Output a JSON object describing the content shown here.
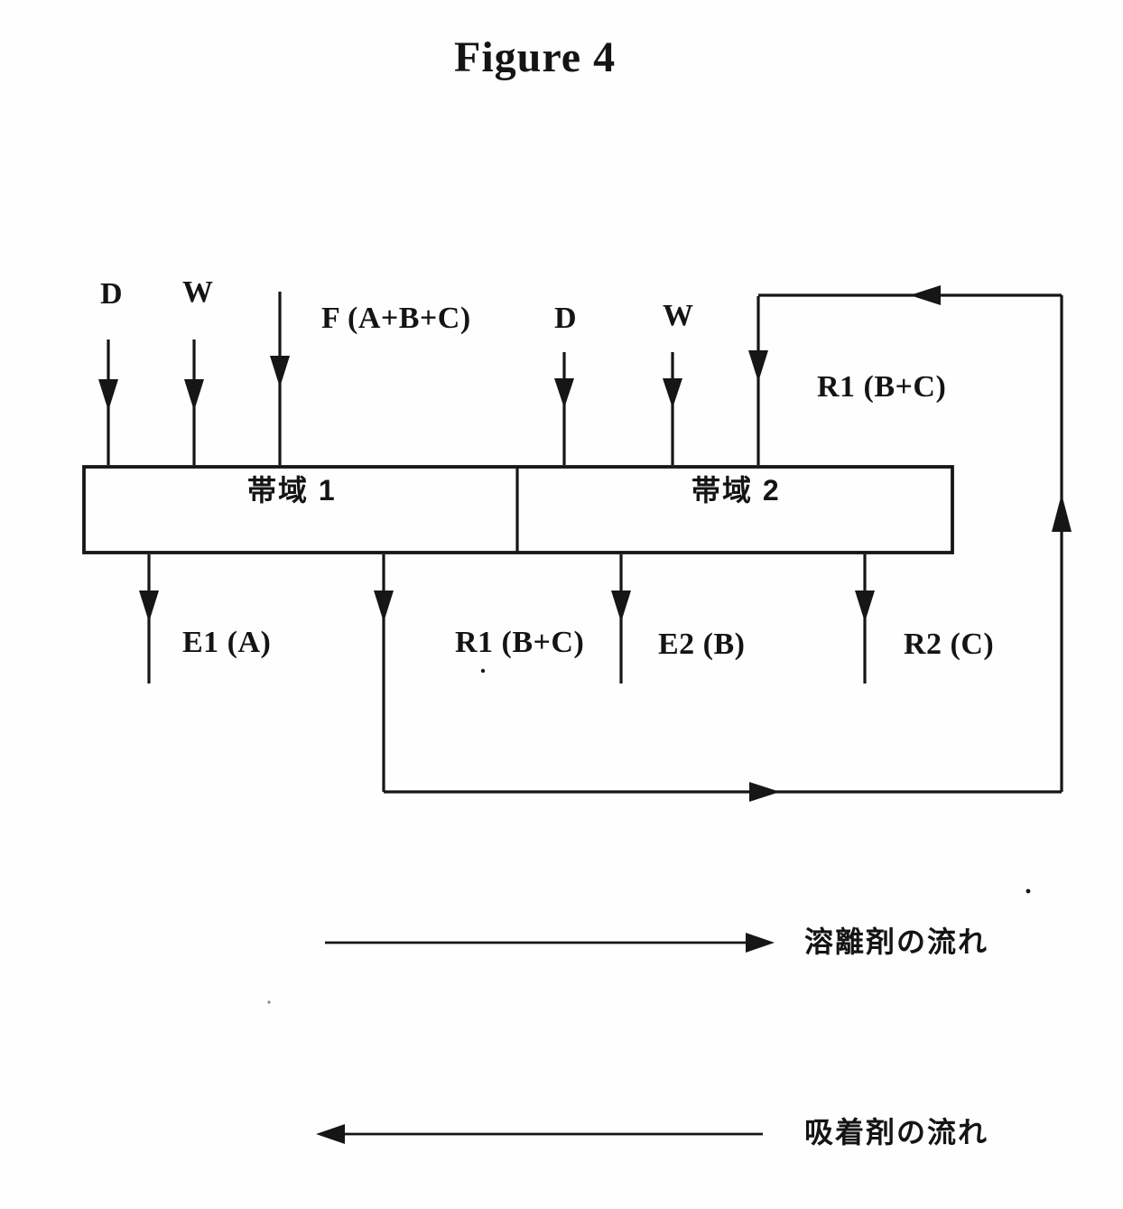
{
  "title": "Figure 4",
  "zones": {
    "zone1_label": "帯域 1",
    "zone2_label": "帯域 2"
  },
  "inlets": {
    "zone1_desorbent": "D",
    "zone1_wash": "W",
    "zone1_feed": "F (A+B+C)",
    "zone2_desorbent": "D",
    "zone2_wash": "W",
    "zone2_recycle": "R1 (B+C)"
  },
  "outlets": {
    "extract1": "E1 (A)",
    "raffinate1": "R1 (B+C)",
    "extract2": "E2 (B)",
    "raffinate2": "R2 (C)"
  },
  "legend": {
    "eluent_flow_label": "溶離剤の流れ",
    "adsorbent_flow_label": "吸着剤の流れ"
  },
  "colors": {
    "ink": "#161616",
    "paper": "#fefefe"
  }
}
